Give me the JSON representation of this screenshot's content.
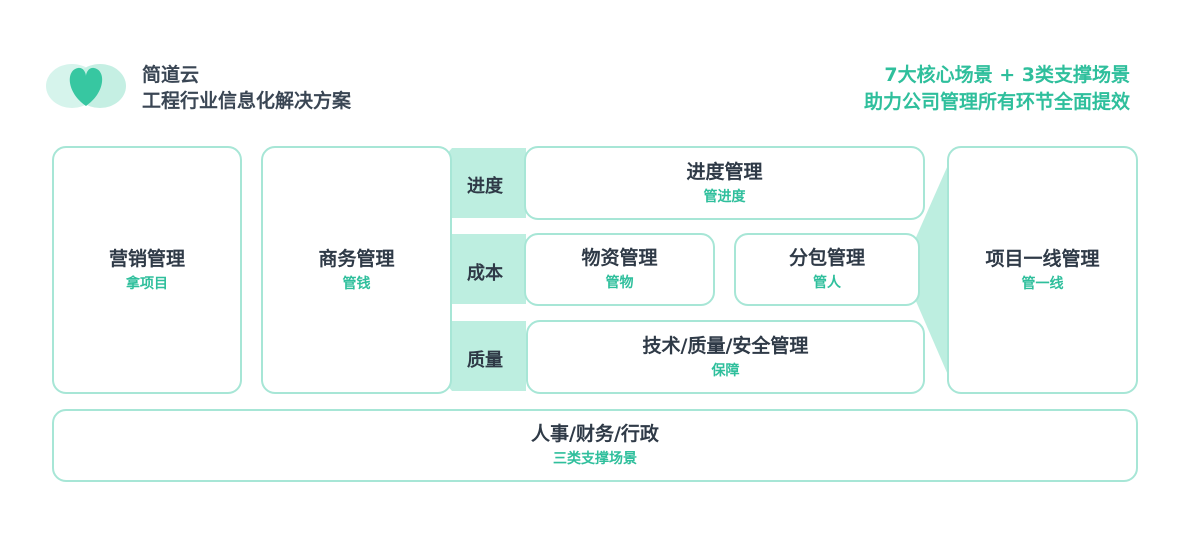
{
  "header": {
    "brand_name": "简道云",
    "brand_subtitle": "工程行业信息化解决方案",
    "tagline_line1": "7大核心场景 + 3类支撑场景",
    "tagline_line2": "助力公司管理所有环节全面提效"
  },
  "colors": {
    "accent": "#2fbf9c",
    "border": "#a7e6d6",
    "fill": "#bdeee0",
    "text": "#2f3a47"
  },
  "blocks": {
    "marketing": {
      "title": "营销管理",
      "sub": "拿项目"
    },
    "business": {
      "title": "商务管理",
      "sub": "管钱"
    },
    "progress": {
      "title": "进度管理",
      "sub": "管进度"
    },
    "material": {
      "title": "物资管理",
      "sub": "管物"
    },
    "subcontract": {
      "title": "分包管理",
      "sub": "管人"
    },
    "tech": {
      "title": "技术/质量/安全管理",
      "sub": "保障"
    },
    "frontline": {
      "title": "项目一线管理",
      "sub": "管一线"
    },
    "support": {
      "title": "人事/财务/行政",
      "sub": "三类支撑场景"
    }
  },
  "arrows": {
    "progress": "进度",
    "cost": "成本",
    "quality": "质量"
  }
}
